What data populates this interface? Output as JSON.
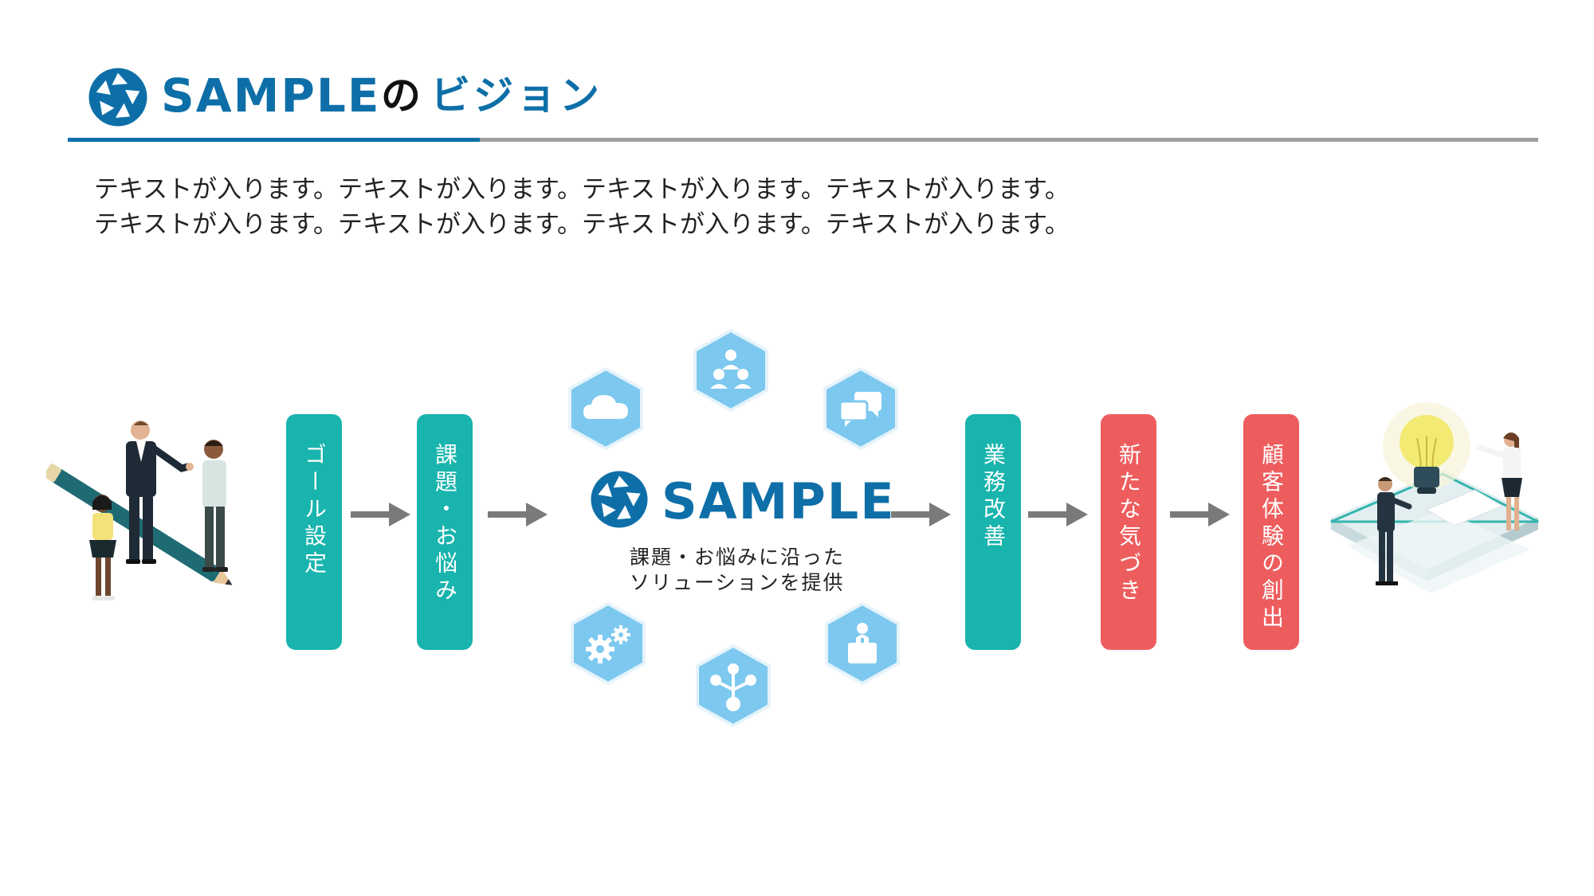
{
  "header": {
    "brand": "SAMPLE",
    "title_particle": "の",
    "title_rest": "ビジョン"
  },
  "body": {
    "line1": "テキストが入ります。テキストが入ります。テキストが入ります。テキストが入ります。",
    "line2": "テキストが入ります。テキストが入ります。テキストが入ります。テキストが入ります。"
  },
  "flow": {
    "step1": "ゴール設定",
    "step2": "課題・お悩み",
    "step3": "業務改善",
    "step4": "新たな気づき",
    "step5": "顧客体験の創出"
  },
  "center": {
    "brand": "SAMPLE",
    "caption1": "課題・お悩みに沿った",
    "caption2": "ソリューションを提供"
  },
  "icons": [
    "cloud-icon",
    "team-icon",
    "chat-icon",
    "gears-icon",
    "network-icon",
    "person-lock-icon"
  ],
  "colors": {
    "brand_blue": "#0e6fa8",
    "teal": "#18b4ad",
    "coral": "#ee5d5d",
    "hex_fill": "#7cc8ef",
    "arrow": "#7a7a7a"
  }
}
